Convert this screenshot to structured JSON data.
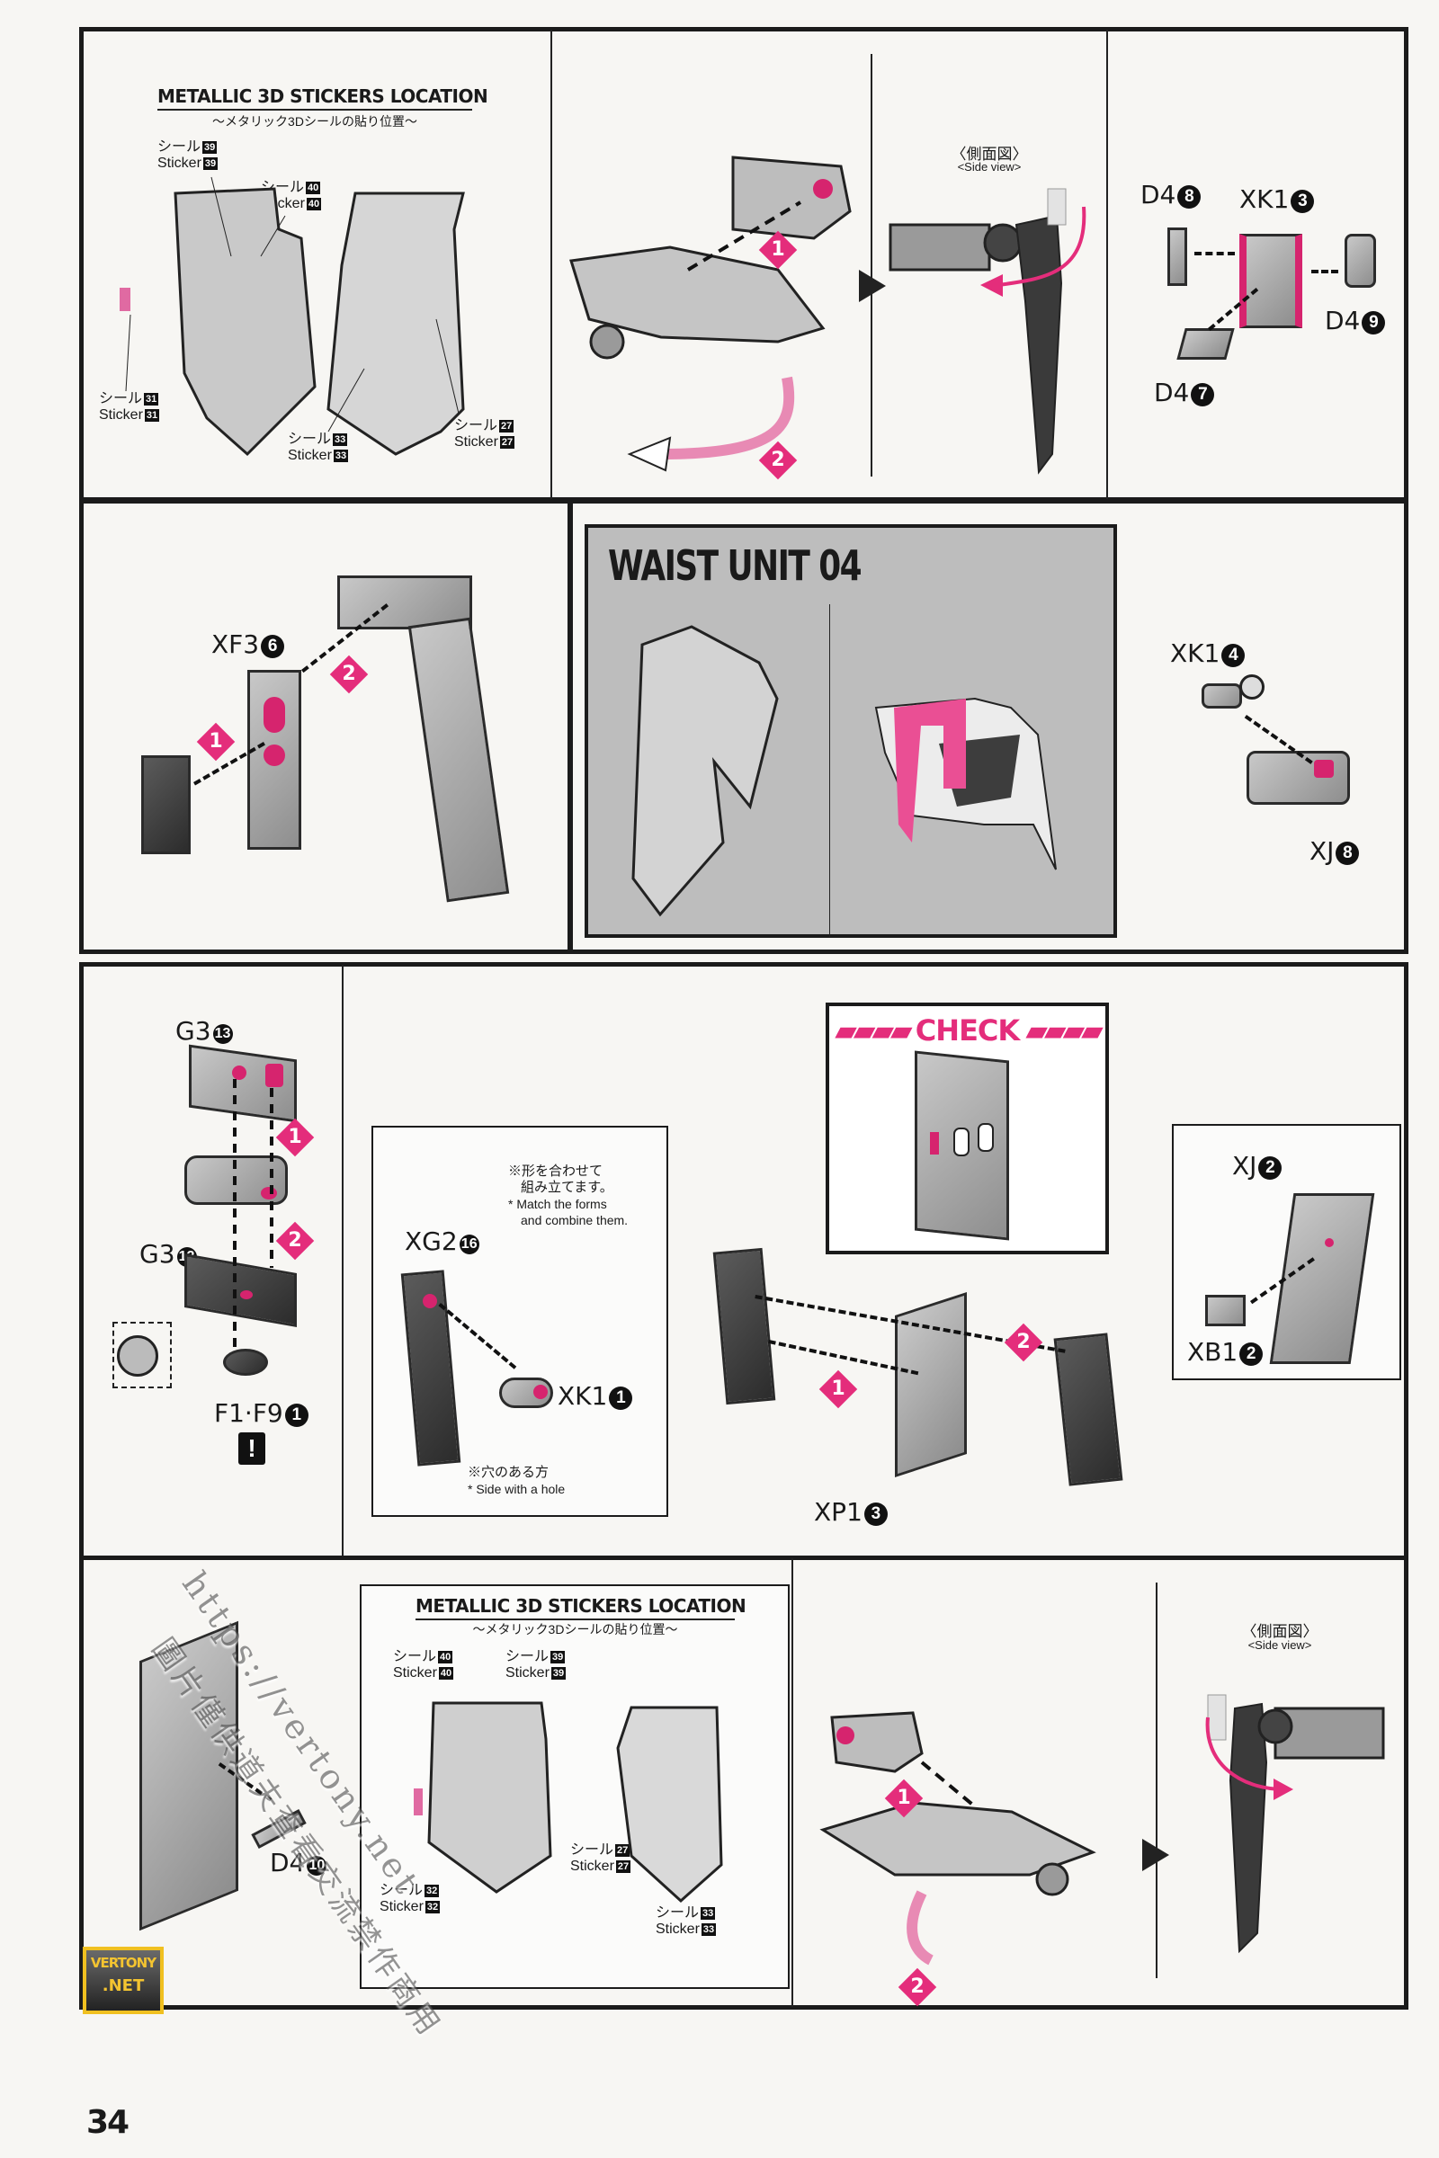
{
  "page": {
    "page_number": "34",
    "accent_color": "#e42d7b",
    "panel_gray": "#bdbdbd"
  },
  "panel_a": {
    "title": "METALLIC 3D STICKERS LOCATION",
    "subtitle": "～メタリック3Dシールの貼り位置～",
    "stickers": [
      {
        "jp": "シール",
        "en": "Sticker",
        "num": "39"
      },
      {
        "jp": "シール",
        "en": "Sticker",
        "num": "40"
      },
      {
        "jp": "シール",
        "en": "Sticker",
        "num": "31"
      },
      {
        "jp": "シール",
        "en": "Sticker",
        "num": "33"
      },
      {
        "jp": "シール",
        "en": "Sticker",
        "num": "27"
      }
    ]
  },
  "panel_b": {
    "steps": [
      "1",
      "2"
    ]
  },
  "panel_c": {
    "view_jp": "〈側面図〉",
    "view_en": "<Side view>"
  },
  "panel_d": {
    "parts": [
      {
        "code": "D4",
        "num": "8"
      },
      {
        "code": "XK1",
        "num": "3"
      },
      {
        "code": "D4",
        "num": "9"
      },
      {
        "code": "D4",
        "num": "7"
      }
    ]
  },
  "panel_e": {
    "part": {
      "code": "XF3",
      "num": "6"
    },
    "steps": [
      "1",
      "2"
    ]
  },
  "waist_unit": {
    "title": "WAIST UNIT 04"
  },
  "panel_f": {
    "parts": [
      {
        "code": "XK1",
        "num": "4"
      },
      {
        "code": "XJ",
        "num": "8"
      }
    ]
  },
  "panel_g": {
    "parts": [
      {
        "code": "G3",
        "num": "13"
      },
      {
        "code": "G3",
        "num": "12"
      },
      {
        "code": "F1·F9",
        "num": "1"
      }
    ],
    "steps": [
      "1",
      "2"
    ],
    "warning_icon": "exclamation-icon"
  },
  "panel_h": {
    "note_match_jp_1": "※形を合わせて",
    "note_match_jp_2": "組み立てます。",
    "note_match_en_1": "* Match the forms",
    "note_match_en_2": "and combine them.",
    "note_hole_jp": "※穴のある方",
    "note_hole_en": "* Side with a hole",
    "parts": [
      {
        "code": "XG2",
        "num": "16"
      },
      {
        "code": "XK1",
        "num": "1"
      },
      {
        "code": "XP1",
        "num": "3"
      }
    ],
    "steps": [
      "1",
      "2"
    ]
  },
  "check": {
    "title": "CHECK"
  },
  "panel_i": {
    "parts": [
      {
        "code": "XJ",
        "num": "2"
      },
      {
        "code": "XB1",
        "num": "2"
      }
    ]
  },
  "panel_j": {
    "part": {
      "code": "D4",
      "num": "10"
    }
  },
  "panel_k": {
    "title": "METALLIC 3D STICKERS LOCATION",
    "subtitle": "～メタリック3Dシールの貼り位置～",
    "stickers": [
      {
        "jp": "シール",
        "en": "Sticker",
        "num": "40"
      },
      {
        "jp": "シール",
        "en": "Sticker",
        "num": "39"
      },
      {
        "jp": "シール",
        "en": "Sticker",
        "num": "32"
      },
      {
        "jp": "シール",
        "en": "Sticker",
        "num": "27"
      },
      {
        "jp": "シール",
        "en": "Sticker",
        "num": "33"
      }
    ]
  },
  "panel_l": {
    "steps": [
      "1",
      "2"
    ]
  },
  "panel_m": {
    "view_jp": "〈側面図〉",
    "view_en": "<Side view>"
  },
  "watermark": {
    "url": "https://vertony.net",
    "cn_text": "圖片僅供道夫查看交流禁作商用",
    "logo_line1": "VERTONY",
    "logo_line2": ".NET"
  }
}
